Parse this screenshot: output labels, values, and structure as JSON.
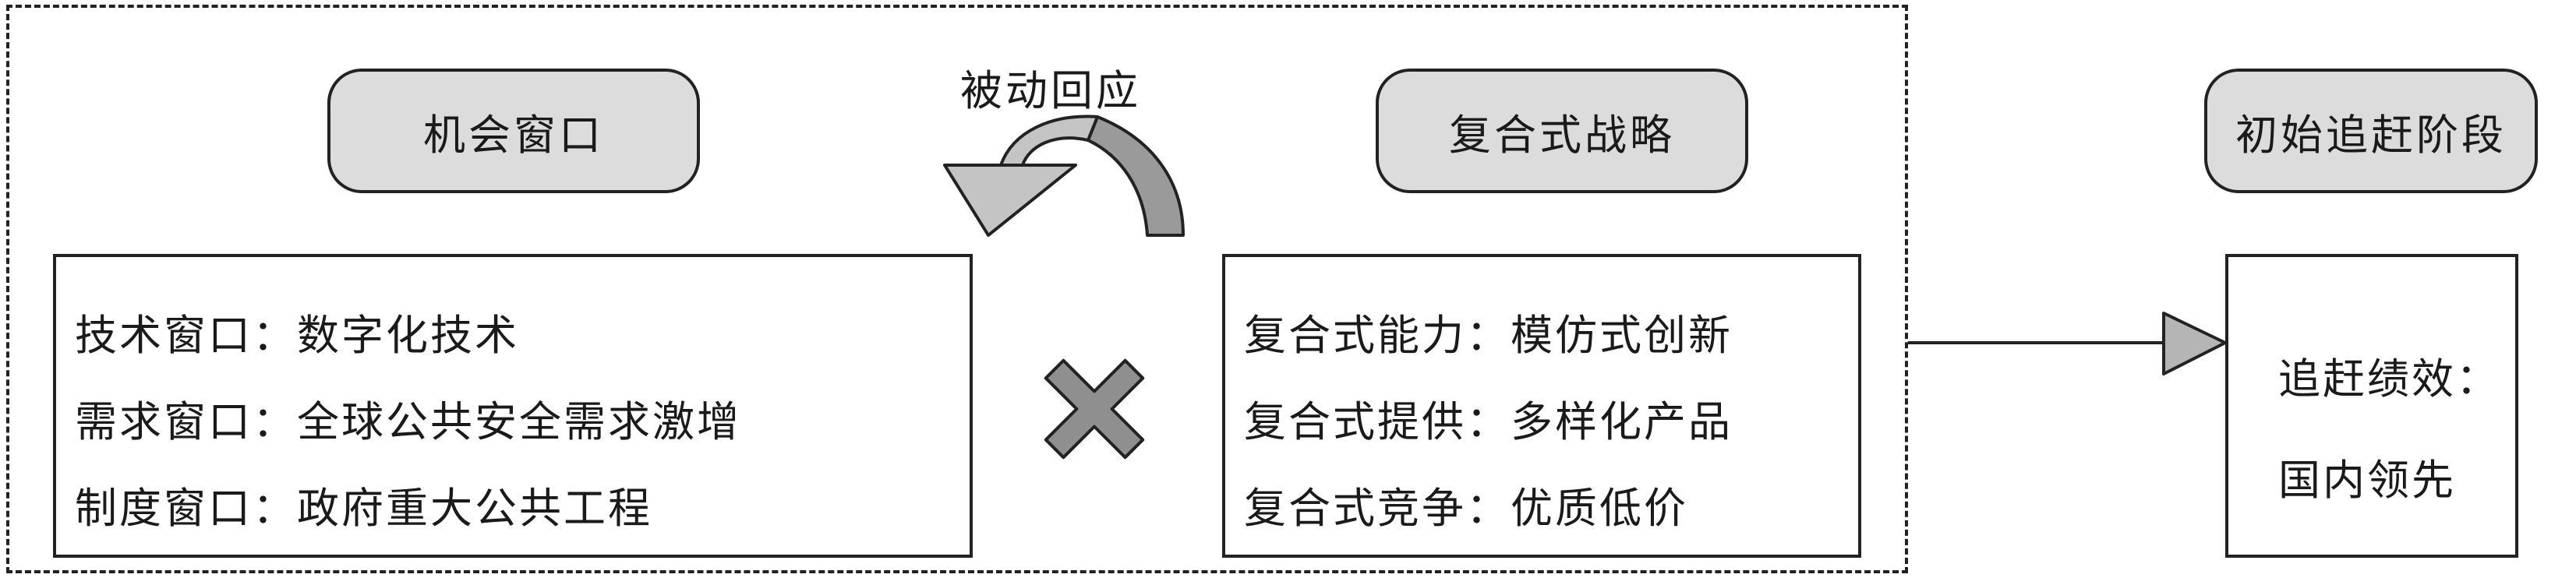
{
  "opportunity": {
    "title": "机会窗口",
    "items": [
      "技术窗口：数字化技术",
      "需求窗口：全球公共安全需求激增",
      "制度窗口：政府重大公共工程"
    ]
  },
  "feedback_label": "被动回应",
  "strategy": {
    "title": "复合式战略",
    "items": [
      "复合式能力：模仿式创新",
      "复合式提供：多样化产品",
      "复合式竞争：优质低价"
    ]
  },
  "stage": {
    "title": "初始追赶阶段",
    "items": [
      "追赶绩效：",
      "国内领先"
    ]
  },
  "icons": {
    "multiply": "multiply-icon",
    "curved_arrow": "curved-feedback-arrow-icon",
    "right_arrow": "right-arrow-icon"
  },
  "colors": {
    "pill_fill": "#dcdcdc",
    "arrow_light": "#c4c4c4",
    "arrow_dark": "#9a9a9a",
    "stroke": "#222222"
  }
}
